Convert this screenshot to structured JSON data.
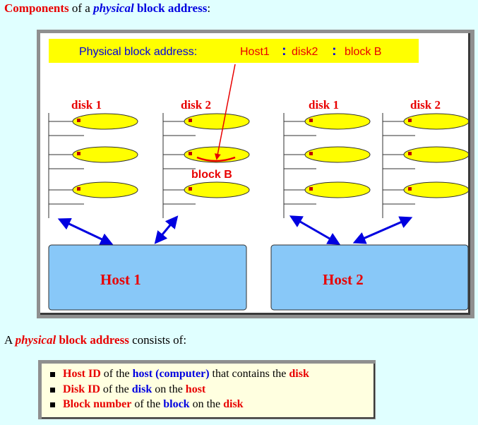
{
  "heading": {
    "components": "Components",
    "of_a": " of a ",
    "physical": "physical",
    "block_address": " block address",
    "colon": ":"
  },
  "diagram": {
    "address_label": "Physical block address:",
    "address_host": "Host1",
    "address_sep1": ":",
    "address_disk": "disk2",
    "address_sep2": ":",
    "address_block": "block B",
    "disk_labels": [
      "disk 1",
      "disk 2",
      "disk 1",
      "disk 2"
    ],
    "block_label": "block B",
    "hosts": [
      "Host 1",
      "Host 2"
    ],
    "colors": {
      "platter": "#ffff00",
      "host_box": "#88c8f8",
      "address_bar": "#ffff00",
      "label_red": "#e80000",
      "label_blue": "#0000e0",
      "arrow": "#0000e0"
    }
  },
  "caption": {
    "a": "A ",
    "physical": "physical",
    "block_address": " block address",
    "consists_of": " consists of:"
  },
  "list": [
    {
      "parts": [
        {
          "text": "Host ID",
          "style": "red"
        },
        {
          "text": " of the ",
          "style": "plain"
        },
        {
          "text": "host (computer)",
          "style": "blue"
        },
        {
          "text": " that contains the ",
          "style": "plain"
        },
        {
          "text": "disk",
          "style": "red"
        }
      ]
    },
    {
      "parts": [
        {
          "text": "Disk ID",
          "style": "red"
        },
        {
          "text": " of the ",
          "style": "plain"
        },
        {
          "text": "disk",
          "style": "blue"
        },
        {
          "text": " on the ",
          "style": "plain"
        },
        {
          "text": "host",
          "style": "red"
        }
      ]
    },
    {
      "parts": [
        {
          "text": "Block number",
          "style": "red"
        },
        {
          "text": " of the ",
          "style": "plain"
        },
        {
          "text": "block",
          "style": "blue"
        },
        {
          "text": " on the ",
          "style": "plain"
        },
        {
          "text": "disk",
          "style": "red"
        }
      ]
    }
  ]
}
